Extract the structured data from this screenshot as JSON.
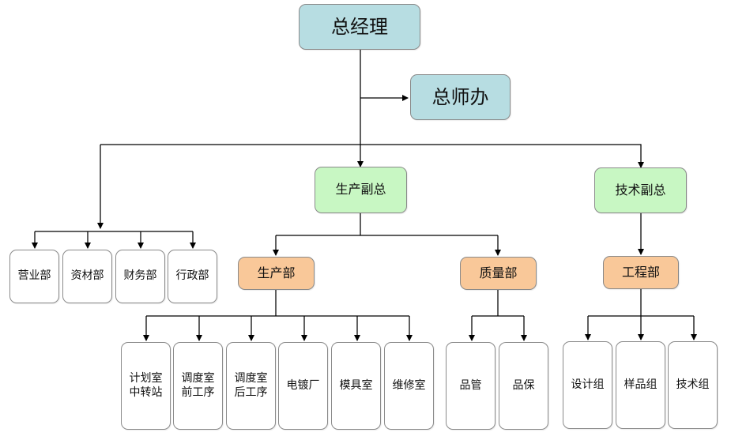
{
  "diagram": {
    "colors": {
      "top": "#b7dde2",
      "vice": "#c8f7c3",
      "department": "#f9c899",
      "leaf": "#ffffff",
      "line": "#000000",
      "border": "#8a8a8a"
    },
    "nodes": {
      "general_manager": "总经理",
      "general_office": "总师办",
      "production_vp": "生产副总",
      "technical_vp": "技术副总",
      "sales": "营业部",
      "materials": "资材部",
      "finance": "财务部",
      "administration": "行政部",
      "production_department": "生产部",
      "quality_department": "质量部",
      "engineering_department": "工程部",
      "planning_transfer": "计划室\n中转站",
      "scheduling_front": "调度室\n前工序",
      "scheduling_back": "调度室\n后工序",
      "electroplating": "电镀厂",
      "mold_room": "模具室",
      "maintenance": "维修室",
      "quality_control": "品管",
      "quality_assurance": "品保",
      "design_group": "设计组",
      "sample_group": "样品组",
      "technical_group": "技术组"
    }
  }
}
